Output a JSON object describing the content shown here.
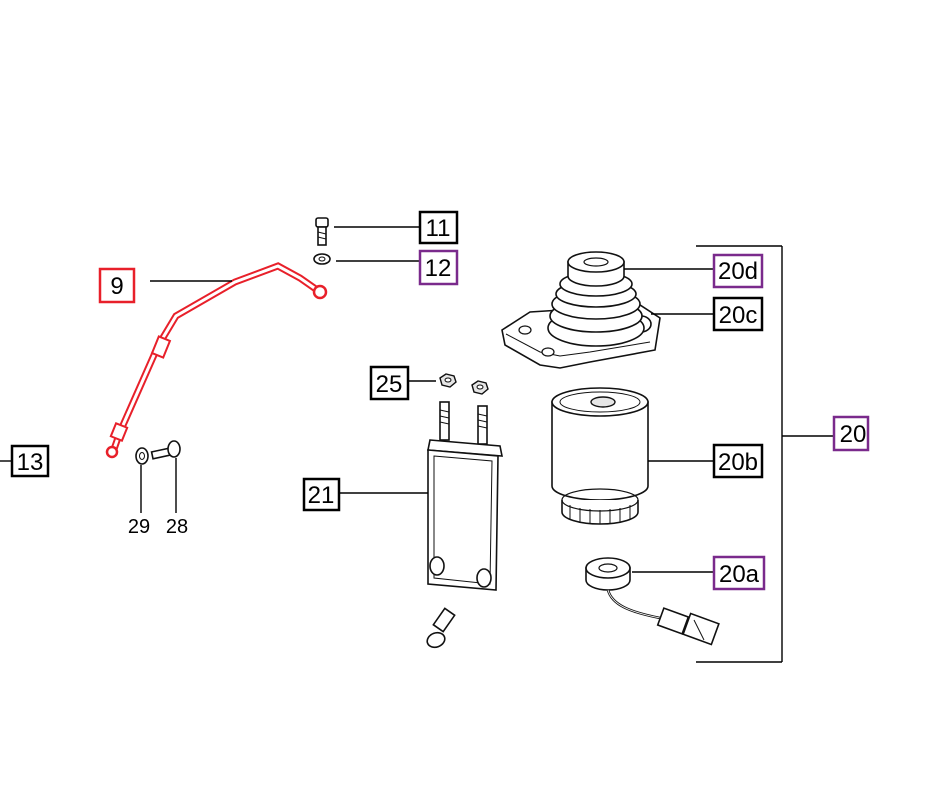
{
  "labels": {
    "p9": "9",
    "p11": "11",
    "p12": "12",
    "p13": "13",
    "p20": "20",
    "p20a": "20a",
    "p20b": "20b",
    "p20c": "20c",
    "p20d": "20d",
    "p21": "21",
    "p25": "25",
    "p28": "28",
    "p29": "29"
  },
  "colors": {
    "highlight_red": "#e8202a",
    "highlight_purple": "#7a2a8c",
    "line": "#000000"
  }
}
